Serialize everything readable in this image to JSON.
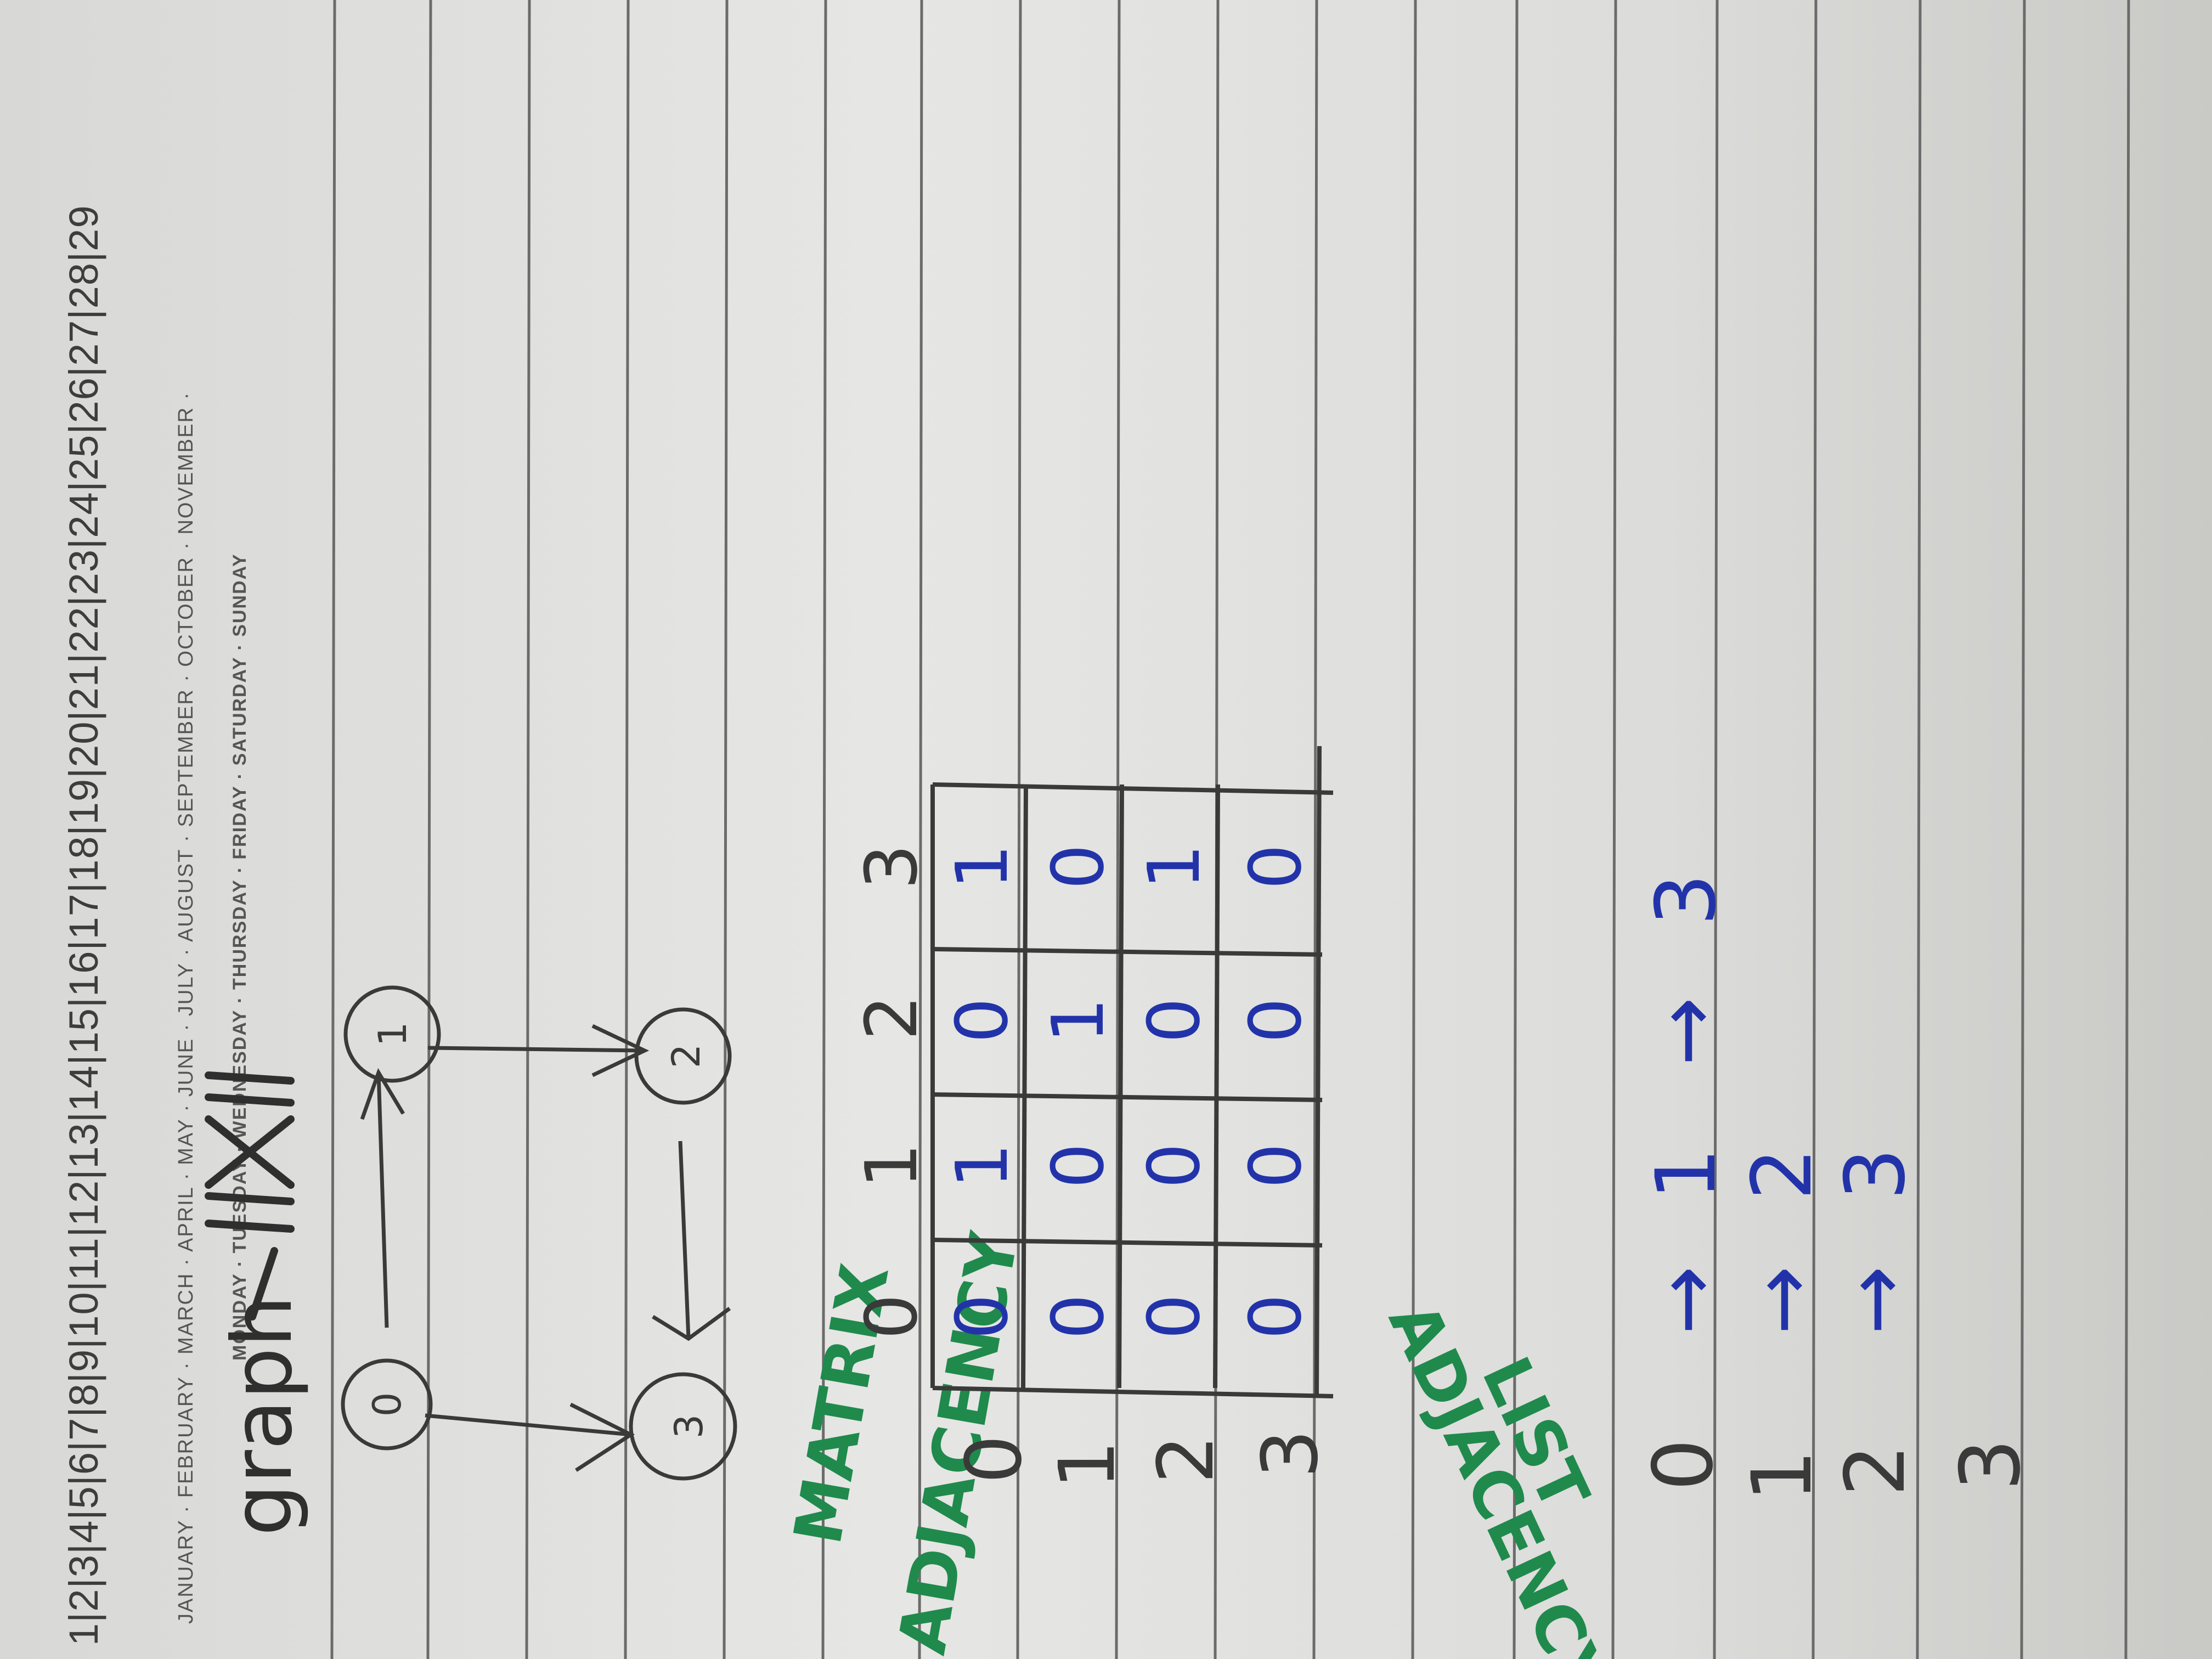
{
  "calendar": {
    "day_numbers": "1|2|3|4|5|6|7|8|9|10|11|12|13|14|15|16|17|18|19|20|21|22|23|24|25|26|27|28|29",
    "months": "JANUARY · FEBRUARY · MARCH · APRIL · MAY · JUNE · JULY · AUGUST · SEPTEMBER · OCTOBER · NOVEMBER ·",
    "weekdays": "MONDAY · TUESDAY · WEDNESDAY · THURSDAY · FRIDAY · SATURDAY · SUNDAY"
  },
  "heading": "graph",
  "graph": {
    "nodes": [
      "0",
      "1",
      "2",
      "3"
    ],
    "edges": [
      [
        "0",
        "1"
      ],
      [
        "0",
        "3"
      ],
      [
        "1",
        "2"
      ],
      [
        "2",
        "3"
      ]
    ]
  },
  "matrix": {
    "label_line1": "ADJACENCY",
    "label_line2": "MATRIX",
    "column_headers": [
      "0",
      "1",
      "2",
      "3"
    ],
    "row_headers": [
      "0",
      "1",
      "2",
      "3"
    ],
    "rows": [
      [
        "0",
        "1",
        "0",
        "1"
      ],
      [
        "0",
        "0",
        "1",
        "0"
      ],
      [
        "0",
        "0",
        "0",
        "1"
      ],
      [
        "0",
        "0",
        "0",
        "0"
      ]
    ]
  },
  "list": {
    "label_line1": "ADJACENCY",
    "label_line2": "LIST",
    "lines": [
      {
        "from": "0",
        "targets": [
          "1",
          "3"
        ]
      },
      {
        "from": "1",
        "targets": [
          "2"
        ]
      },
      {
        "from": "2",
        "targets": [
          "3"
        ]
      },
      {
        "from": "3",
        "targets": []
      }
    ],
    "arrow": "→"
  },
  "colors": {
    "pencil": "#3a3a3a",
    "blue_ink": "#2233aa",
    "green_ink": "#1f8a4c",
    "rule_line": "#6b6b6b"
  }
}
